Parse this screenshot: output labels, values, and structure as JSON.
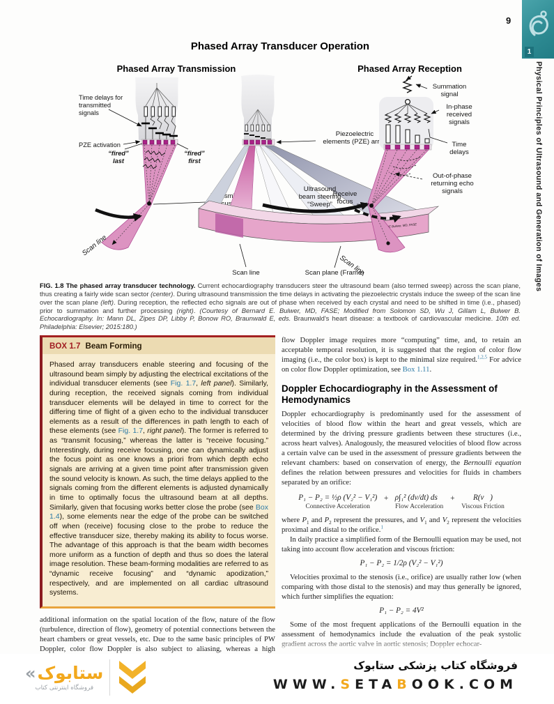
{
  "page": {
    "number": "9"
  },
  "sidebar": {
    "chapter_number": "1",
    "title": "Physical Principles of Ultrasound and Generation of Images"
  },
  "figure": {
    "title": "Phased Array Transducer Operation",
    "left_subtitle": "Phased Array Transmission",
    "right_subtitle": "Phased Array Reception",
    "labels": {
      "time_delays": [
        "Time delays for",
        "transmitted",
        "signals"
      ],
      "pze_activation": "PZE activation",
      "fired_last": [
        "“fired”",
        "last"
      ],
      "fired_first": [
        "“fired”",
        "first"
      ],
      "transmit_focus": [
        "Transmit",
        "focus"
      ],
      "scan_line_left": "Scan line",
      "pze_array": [
        "Piezoelectric",
        "elements (PZE) array"
      ],
      "beam_steering": [
        "Ultrasound",
        "beam steering",
        "“Sweep”"
      ],
      "scan_line_center": "Scan line",
      "scan_plane": "Scan plane (Frame)",
      "credit": "RE Bulwer, MD, FASE",
      "summation": [
        "Summation",
        "signal"
      ],
      "in_phase": [
        "In-phase",
        "received",
        "signals"
      ],
      "time_delays_right": [
        "Time",
        "delays"
      ],
      "out_of_phase": [
        "Out-of-phase",
        "returning echo",
        "signals"
      ],
      "receive_focus": [
        "Receive",
        "focus"
      ],
      "scan_line_right": "Scan line"
    }
  },
  "caption": {
    "segments": [
      {
        "t": "FIG. 1.8",
        "s": "capbold"
      },
      {
        "t": "  ",
        "s": "n"
      },
      {
        "t": "The phased array transducer technology.",
        "s": "capbold"
      },
      {
        "t": " Current echocardiography transducers steer the ultrasound beam (also termed sweep) across the scan plane, thus creating a fairly wide scan sector ",
        "s": "n"
      },
      {
        "t": "(center)",
        "s": "i"
      },
      {
        "t": ". During ultrasound transmission the time delays in activating the piezoelectric crystals induce the sweep of the scan line over the scan plane ",
        "s": "n"
      },
      {
        "t": "(left)",
        "s": "i"
      },
      {
        "t": ". During reception, the reflected echo signals are out of phase when received by each crystal and need to be shifted in time (i.e., phased) prior to summation and further processing ",
        "s": "n"
      },
      {
        "t": "(right)",
        "s": "i"
      },
      {
        "t": ". ",
        "s": "n"
      },
      {
        "t": "(Courtesy of Bernard E. Bulwer, MD, FASE; Modified from Solomon SD, Wu J, Gillam L, Bulwer B. Echocardiography. In: Mann DL, Zipes DP, Libby P, Bonow RO, Braunwald E, eds.",
        "s": "i"
      },
      {
        "t": " Braunwald's heart disease: a textbook of cardiovascular medicine. ",
        "s": "n"
      },
      {
        "t": "10th ed. Philadelphia: Elsevier; 2015:180.)",
        "s": "i"
      }
    ]
  },
  "box": {
    "label": "BOX 1.7",
    "title": "Beam Forming",
    "body_segments": [
      {
        "t": "Phased array transducers enable steering and focusing of the ultrasound beam simply by adjusting the electrical excitations of the individual transducer elements (see ",
        "s": "n"
      },
      {
        "t": "Fig. 1.7",
        "s": "link"
      },
      {
        "t": ", ",
        "s": "n"
      },
      {
        "t": "left panel",
        "s": "i"
      },
      {
        "t": "). Similarly, during reception, the received signals coming from individual transducer elements will be delayed in time to correct for the differing time of flight of a given echo to the individual transducer elements as a result of the differences in path length to each of these elements (see ",
        "s": "n"
      },
      {
        "t": "Fig. 1.7",
        "s": "link"
      },
      {
        "t": ", ",
        "s": "n"
      },
      {
        "t": "right panel",
        "s": "i"
      },
      {
        "t": "). The former is referred to as “transmit focusing,” whereas the latter is “receive focusing.” Interestingly, during receive focusing, one can dynamically adjust the focus point as one knows a priori from which depth echo signals are arriving at a given time point after transmission given the sound velocity is known. As such, the time delays applied to the signals coming from the different elements is adjusted dynamically in time to optimally focus the ultrasound beam at all depths. Similarly, given that focusing works better close the probe (see ",
        "s": "n"
      },
      {
        "t": "Box 1.4",
        "s": "link"
      },
      {
        "t": "), some elements near the edge of the probe can be switched off when (receive) focusing close to the probe to reduce the effective transducer size, thereby making its ability to focus worse. The advantage of this approach is that the beam width becomes more uniform as a function of depth and thus so does the lateral image resolution. These beam-forming modalities are referred to as “dynamic receive focusing” and “dynamic apodization,” respectively, and are implemented on all cardiac ultrasound systems.",
        "s": "n"
      }
    ]
  },
  "left_column": {
    "paragraph_segments": [
      {
        "t": "additional information on the spatial location of the flow, nature of the flow (turbulence, direction of flow), geometry of potential connections between the heart chambers or great vessels, etc. Due to the same basic principles of PW Doppler, color flow Doppler is also subject to aliasing, whereas a high variance of velocity in a particular pixel is mostly displayed as shades of green, which is indicative of turbulent flow. Similar to PW Doppler, the appearance of aliasing can be reduced by increasing",
        "s": "n"
      }
    ]
  },
  "right_column": {
    "p1_segments": [
      {
        "t": "flow Doppler image requires more “computing” time, and, to retain an acceptable temporal resolution, it is suggested that the region of color flow imaging (i.e., the color box) is kept to the minimal size required.",
        "s": "n"
      },
      {
        "t": "1,2,5",
        "s": "sup"
      },
      {
        "t": " For advice on color flow Doppler optimization, see ",
        "s": "n"
      },
      {
        "t": "Box 1.11",
        "s": "link"
      },
      {
        "t": ".",
        "s": "n"
      }
    ],
    "heading": "Doppler Echocardiography in the Assessment of Hemodynamics",
    "p2_segments": [
      {
        "t": "Doppler echocardiography is predominantly used for the assessment of velocities of blood flow within the heart and great vessels, which are determined by the driving pressure gradients between these structures (i.e., across heart valves). Analogously, the measured velocities of blood flow across a certain valve can be used in the assessment of pressure gradients between the relevant chambers: based on conservation of energy, the ",
        "s": "n"
      },
      {
        "t": "Bernoulli equation",
        "s": "i"
      },
      {
        "t": " defines the relation between pressures and velocities for fluids in chambers separated by an orifice:",
        "s": "n"
      }
    ],
    "eq1": {
      "plus": "+",
      "terms": [
        {
          "expr": "P₁ − P₂ = ½ρ (V₂² − V₁²)",
          "label": "Connective Acceleration"
        },
        {
          "expr": "ρ∫₁² (dv/dt) ds⃗",
          "label": "Flow Acceleration"
        },
        {
          "expr": "R(v⃗)",
          "label": "Viscous Friction"
        }
      ]
    },
    "p3_segments": [
      {
        "t": "where ",
        "s": "n"
      },
      {
        "t": "P",
        "s": "i"
      },
      {
        "t": "1",
        "s": "sub"
      },
      {
        "t": " and ",
        "s": "n"
      },
      {
        "t": "P",
        "s": "i"
      },
      {
        "t": "2",
        "s": "sub"
      },
      {
        "t": " represent the pressures, and ",
        "s": "n"
      },
      {
        "t": "V",
        "s": "i"
      },
      {
        "t": "1",
        "s": "sub"
      },
      {
        "t": " and ",
        "s": "n"
      },
      {
        "t": "V",
        "s": "i"
      },
      {
        "t": "2",
        "s": "sub"
      },
      {
        "t": " represent the velocities proximal and distal to the orifice.",
        "s": "n"
      },
      {
        "t": "1",
        "s": "sup"
      }
    ],
    "p4_segments": [
      {
        "t": "In daily practice a simplified form of the Bernoulli equation may be used, not taking into account flow acceleration and viscous friction:",
        "s": "n"
      }
    ],
    "eq2": "P₁ − P₂ =  1/2ρ (V₂² − V₁²)",
    "p5_segments": [
      {
        "t": "Velocities proximal to the stenosis (i.e., orifice) are usually rather low (when comparing with those distal to the stenosis) and may thus generally be ignored, which further simplifies the equation:",
        "s": "n"
      }
    ],
    "eq3": "P₁ − P₂ =  4V²",
    "p6_segments": [
      {
        "t": "Some of the most frequent applications of the Bernoulli equation in the assessment of hemodynamics include the evaluation of the peak systolic gradient across the aortic valve in aortic stenosis; Doppler echocar-",
        "s": "n"
      }
    ]
  },
  "footer": {
    "store_name_fa": "فروشگاه کتاب پزشکی ستابوک",
    "url_segments": [
      {
        "t": "WWW.",
        "s": "dark"
      },
      {
        "t": "S",
        "s": "accent"
      },
      {
        "t": "ETA",
        "s": "dark"
      },
      {
        "t": "B",
        "s": "accent"
      },
      {
        "t": "OOK.COM",
        "s": "dark"
      }
    ],
    "logo_guillemet": "«",
    "logo_word_fa": "ستابوک",
    "logo_sub_fa": "فروشگاه اینترنتی کتاب"
  },
  "colors": {
    "accent_teal": "#2e8b93",
    "link_blue": "#2e7ba6",
    "box_red": "#a11d22",
    "box_maroon": "#8c1c20",
    "box_orange": "#e8a33d",
    "box_cream": "#f8edd2",
    "beam_pink": "#dc93c1",
    "pze_magenta": "#aa2288",
    "footer_yellow": "#f2a81d"
  }
}
